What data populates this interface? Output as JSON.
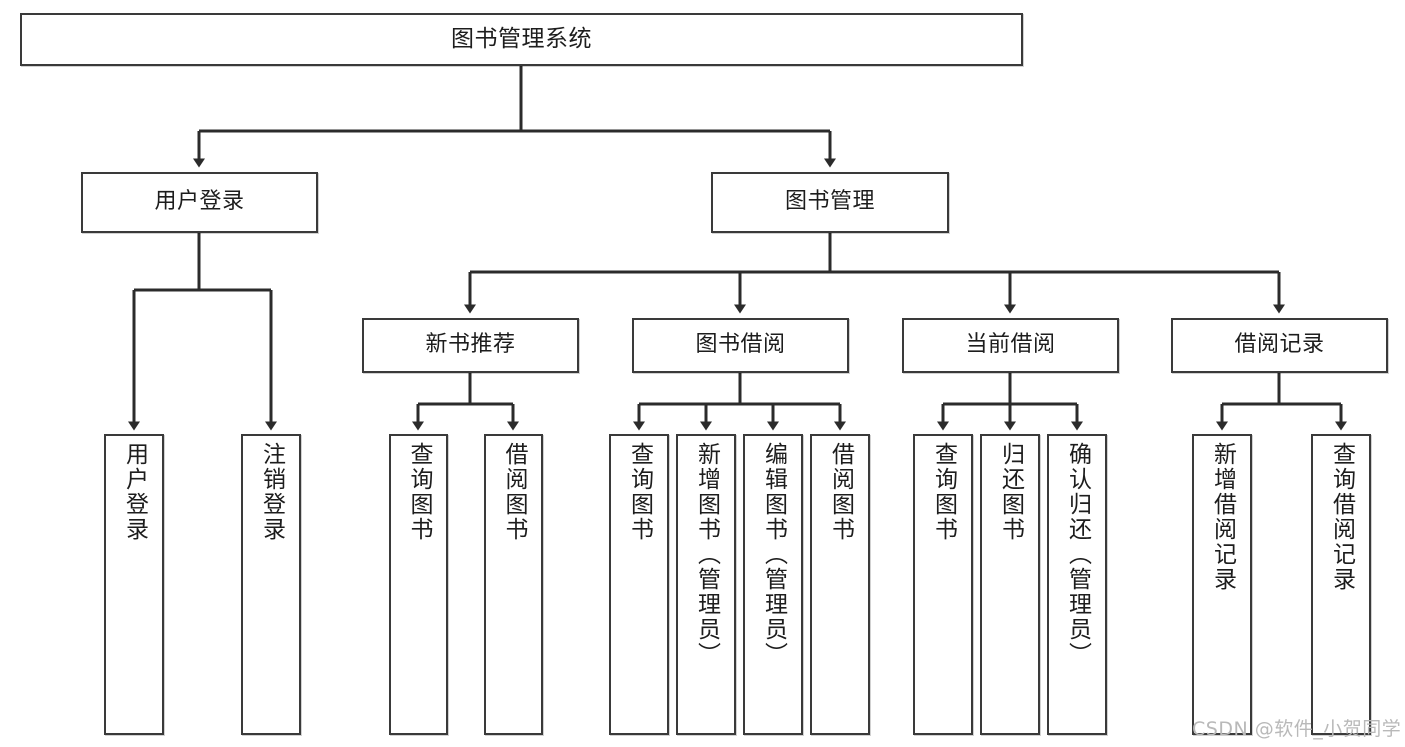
{
  "diagram": {
    "title": "图书管理系统",
    "type": "tree-hierarchy-diagram",
    "root": {
      "label": "图书管理系统"
    },
    "level2": [
      {
        "label": "用户登录"
      },
      {
        "label": "图书管理"
      }
    ],
    "level3": [
      {
        "label": "新书推荐"
      },
      {
        "label": "图书借阅"
      },
      {
        "label": "当前借阅"
      },
      {
        "label": "借阅记录"
      }
    ],
    "leaves": {
      "user_login": [
        {
          "label": "用户登录"
        },
        {
          "label": "注销登录"
        }
      ],
      "new_book_recommend": [
        {
          "label": "查询图书"
        },
        {
          "label": "借阅图书"
        }
      ],
      "book_borrow": [
        {
          "label": "查询图书"
        },
        {
          "label": "新增图书（管理员）"
        },
        {
          "label": "编辑图书（管理员）"
        },
        {
          "label": "借阅图书"
        }
      ],
      "current_borrow": [
        {
          "label": "查询图书"
        },
        {
          "label": "归还图书"
        },
        {
          "label": "确认归还（管理员）"
        }
      ],
      "borrow_record": [
        {
          "label": "新增借阅记录"
        },
        {
          "label": "查询借阅记录"
        }
      ]
    }
  },
  "watermark": {
    "text": "CSDN @软件_小贺同学"
  },
  "colors": {
    "border": "#3a3a3a",
    "background": "#ffffff",
    "text": "#1d1d1d",
    "watermark": "#b9b9b9"
  }
}
